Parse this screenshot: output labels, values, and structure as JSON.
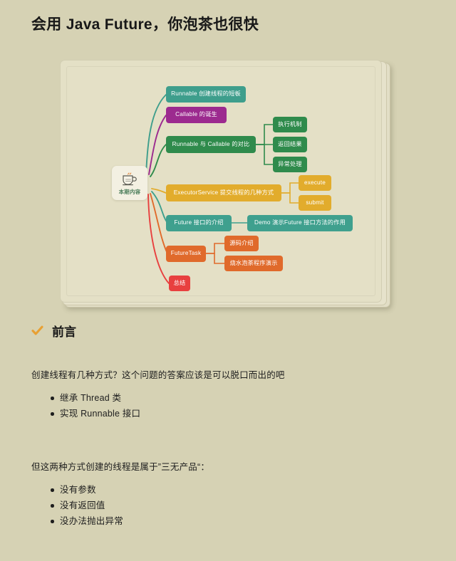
{
  "article": {
    "title": "会用 Java Future，你泡茶也很快"
  },
  "mindmap": {
    "center": {
      "icon": "coffee-cup-icon",
      "label": "本期内容"
    },
    "colors": {
      "teal": "#3e9e8c",
      "purple": "#9c2a8f",
      "green": "#2f8b4c",
      "amber": "#e2ac2c",
      "teal2": "#3fa08e",
      "orange": "#e06a2b",
      "red": "#e8403f",
      "card_bg": "#e4e0c6",
      "page_bg": "#d6d2b4"
    },
    "nodes": [
      {
        "id": "runnable-shortcoming",
        "label": "Runnable 创建线程的短板",
        "color": "#3e9e8c"
      },
      {
        "id": "callable-birth",
        "label": "Callable 的诞生",
        "color": "#9c2a8f"
      },
      {
        "id": "runnable-vs-callable",
        "label": "Runnable 与 Callable 的对比",
        "color": "#2f8b4c"
      },
      {
        "id": "exec-mechanism",
        "label": "执行机制",
        "color": "#2f8b4c"
      },
      {
        "id": "return-result",
        "label": "返回结果",
        "color": "#2f8b4c"
      },
      {
        "id": "exception-handling",
        "label": "异常处理",
        "color": "#2f8b4c"
      },
      {
        "id": "executor-service",
        "label": "ExecutorService 提交线程的几种方式",
        "color": "#e2ac2c"
      },
      {
        "id": "execute",
        "label": "execute",
        "color": "#e2ac2c"
      },
      {
        "id": "submit",
        "label": "submit",
        "color": "#e2ac2c"
      },
      {
        "id": "future-interface",
        "label": "Future 接口的介绍",
        "color": "#3fa08e"
      },
      {
        "id": "future-demo",
        "label": "Demo 演示Future 接口方法的作用",
        "color": "#3fa08e"
      },
      {
        "id": "future-task",
        "label": "FutureTask",
        "color": "#e06a2b"
      },
      {
        "id": "source-intro",
        "label": "源码介绍",
        "color": "#e06a2b"
      },
      {
        "id": "boil-tea-demo",
        "label": "烧水泡茶程序演示",
        "color": "#e06a2b"
      },
      {
        "id": "summary",
        "label": "总结",
        "color": "#e8403f"
      }
    ]
  },
  "content": {
    "section_heading": "前言",
    "section_icon": "check-mark-icon",
    "paragraph_1": "创建线程有几种方式？这个问题的答案应该是可以脱口而出的吧",
    "list_1": [
      "继承 Thread 类",
      "实现 Runnable 接口"
    ],
    "paragraph_2": "但这两种方式创建的线程是属于”三无产品“：",
    "list_2": [
      "没有参数",
      "没有返回值",
      "没办法抛出异常"
    ]
  }
}
